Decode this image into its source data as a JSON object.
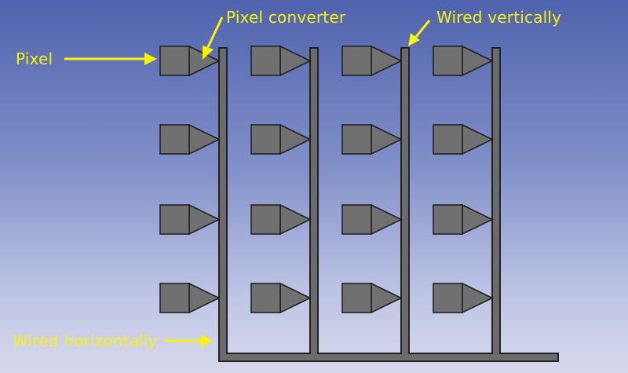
{
  "labels": {
    "pixel": "Pixel",
    "pixel_converter": "Pixel converter",
    "wired_vertically": "Wired vertically",
    "wired_horizontally": "Wired horizontally"
  },
  "grid": {
    "rows": 4,
    "columns": 4
  },
  "colors": {
    "label": "#f8f20f",
    "pixel_fill": "#707070",
    "stroke": "#222222",
    "wire_fill": "#6b6b6b",
    "bg_top": "#4f62ad",
    "bg_bottom": "#d6d8ec"
  }
}
